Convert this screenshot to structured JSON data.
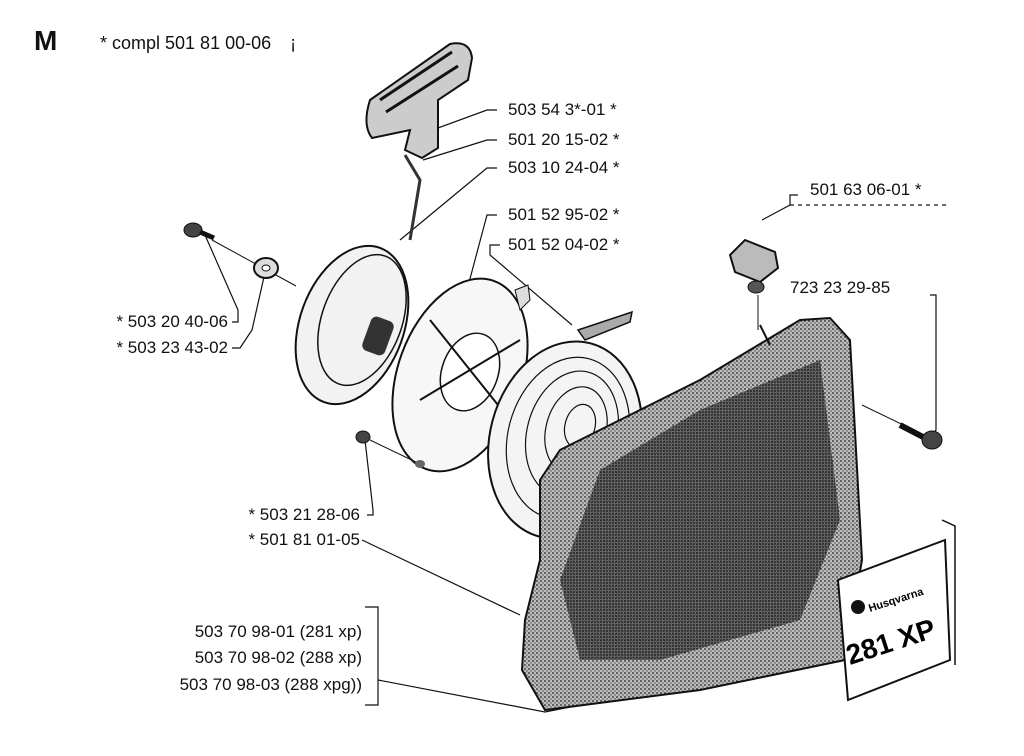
{
  "header": {
    "section_letter": "M",
    "complete_assembly": "* compl 501 81 00-06",
    "trailing_mark": "¡"
  },
  "callouts": [
    {
      "id": "handle",
      "text": "503 54 3*-01  *"
    },
    {
      "id": "rope",
      "text": "501 20 15-02  *"
    },
    {
      "id": "pulley",
      "text": "503 10 24-04  *"
    },
    {
      "id": "spring-housing",
      "text": "501 52 95-02  *"
    },
    {
      "id": "spring",
      "text": "501 52 04-02  *"
    },
    {
      "id": "cap",
      "text": "501 63 06-01  *"
    },
    {
      "id": "cover-screw",
      "text": "723 23 29-85"
    },
    {
      "id": "center-screw",
      "text": "* 503 20 40-06"
    },
    {
      "id": "washer",
      "text": "* 503 23 43-02"
    },
    {
      "id": "housing-screw",
      "text": "* 503 21 28-06"
    },
    {
      "id": "starter-cover",
      "text": "* 501 81 01-05"
    }
  ],
  "decal_group": [
    {
      "id": "281xp",
      "text": "503 70 98-01 (281 xp)"
    },
    {
      "id": "288xp",
      "text": "503 70 98-02 (288 xp)"
    },
    {
      "id": "288xpg",
      "text": "503 70 98-03 (288 xpg))"
    }
  ],
  "decal": {
    "brand": "Husqvarna",
    "model": "281 XP"
  },
  "colors": {
    "ink": "#111111",
    "background": "#ffffff"
  }
}
